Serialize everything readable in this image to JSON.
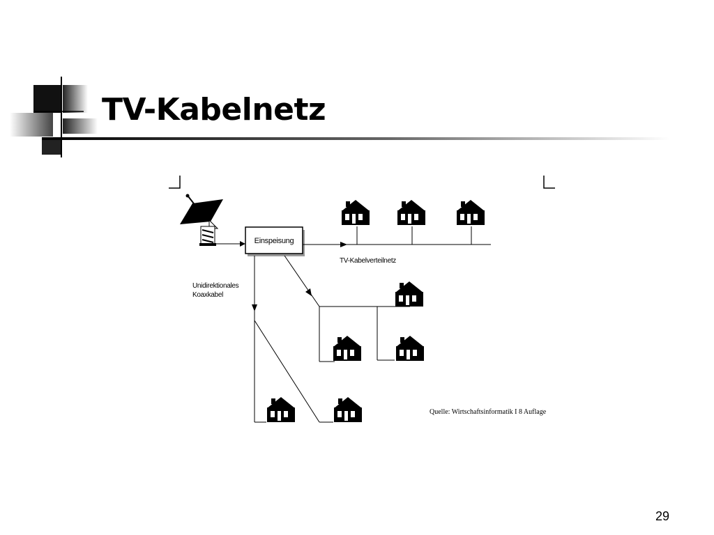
{
  "slide": {
    "title": "TV-Kabelnetz",
    "page_number": "29",
    "source": "Quelle: Wirtschaftsinformatik I 8 Auflage"
  },
  "diagram": {
    "feed_box_label": "Einspeisung",
    "network_label": "TV-Kabelverteilnetz",
    "cable_label_line1": "Unidirektionales",
    "cable_label_line2": "Koaxkabel"
  },
  "colors": {
    "accent": "#000000",
    "rule_gradient_end": "#ffffff"
  }
}
